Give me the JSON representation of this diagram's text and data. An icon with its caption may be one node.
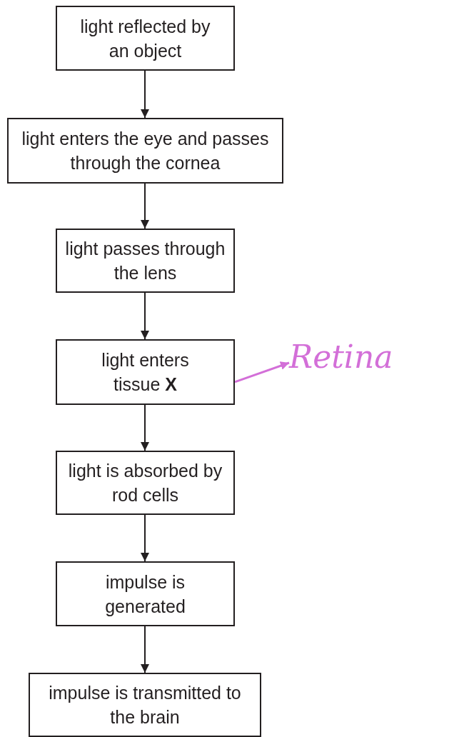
{
  "diagram": {
    "nodes": [
      {
        "text": [
          "light reflected by an object"
        ]
      },
      {
        "text": [
          "light enters the eye and passes through the cornea"
        ]
      },
      {
        "text": [
          "light passes through the lens"
        ]
      },
      {
        "text": [
          "light enters tissue **X**"
        ]
      },
      {
        "text": [
          "light is absorbed by rod cells"
        ]
      },
      {
        "text": [
          "impulse is generated"
        ]
      },
      {
        "text": [
          "impulse is transmitted to the brain"
        ]
      },
      {
        "text": [
          "Retina"
        ]
      }
    ],
    "edges": [
      {
        "from": 0,
        "to": 1,
        "arrow": "to"
      },
      {
        "from": 1,
        "to": 2,
        "arrow": "to"
      },
      {
        "from": 2,
        "to": 3,
        "arrow": "to"
      },
      {
        "from": 3,
        "to": 4,
        "arrow": "to"
      },
      {
        "from": 4,
        "to": 5,
        "arrow": "to"
      },
      {
        "from": 5,
        "to": 6,
        "arrow": "to"
      },
      {
        "from": 3,
        "to": 7,
        "arrow": "to",
        "color": "#d36fd8"
      }
    ]
  }
}
